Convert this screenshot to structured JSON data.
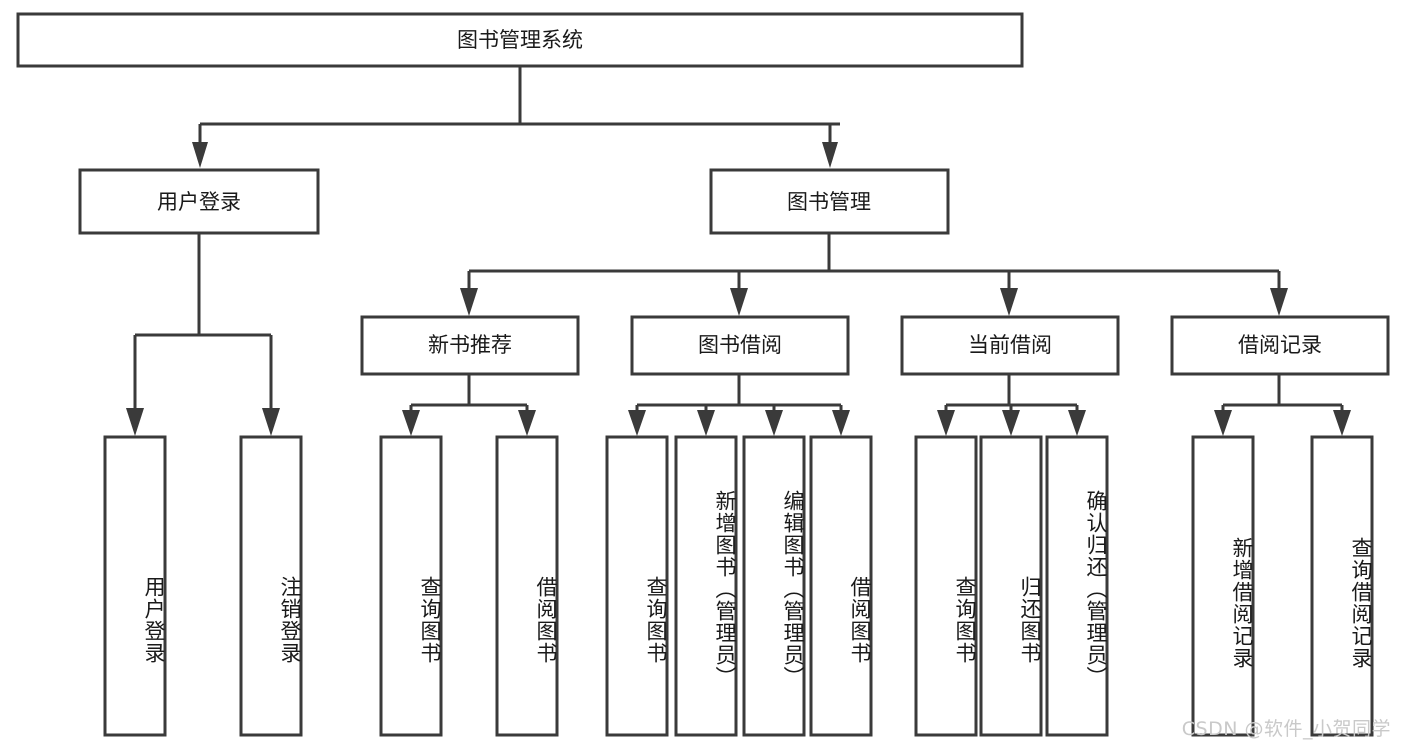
{
  "diagram": {
    "title": "图书管理系统",
    "type": "tree-hierarchy",
    "root": {
      "label": "图书管理系统"
    },
    "level2": [
      {
        "label": "用户登录"
      },
      {
        "label": "图书管理"
      }
    ],
    "level3": [
      {
        "label": "新书推荐"
      },
      {
        "label": "图书借阅"
      },
      {
        "label": "当前借阅"
      },
      {
        "label": "借阅记录"
      }
    ],
    "leaves": {
      "user_login": [
        {
          "label": "用户登录"
        },
        {
          "label": "注销登录"
        }
      ],
      "new_book_recommend": [
        {
          "label": "查询图书"
        },
        {
          "label": "借阅图书"
        }
      ],
      "book_borrow": [
        {
          "label": "查询图书"
        },
        {
          "label": "新增图书（管理员）"
        },
        {
          "label": "编辑图书（管理员）"
        },
        {
          "label": "借阅图书"
        }
      ],
      "current_borrow": [
        {
          "label": "查询图书"
        },
        {
          "label": "归还图书"
        },
        {
          "label": "确认归还（管理员）"
        }
      ],
      "borrow_record": [
        {
          "label": "新增借阅记录"
        },
        {
          "label": "查询借阅记录"
        }
      ]
    }
  },
  "watermark": {
    "text": "CSDN @软件_小贺同学"
  },
  "colors": {
    "stroke": "#3a3a3a",
    "text": "#1a1a1a",
    "background": "#ffffff",
    "watermark": "#c9c9c9"
  }
}
